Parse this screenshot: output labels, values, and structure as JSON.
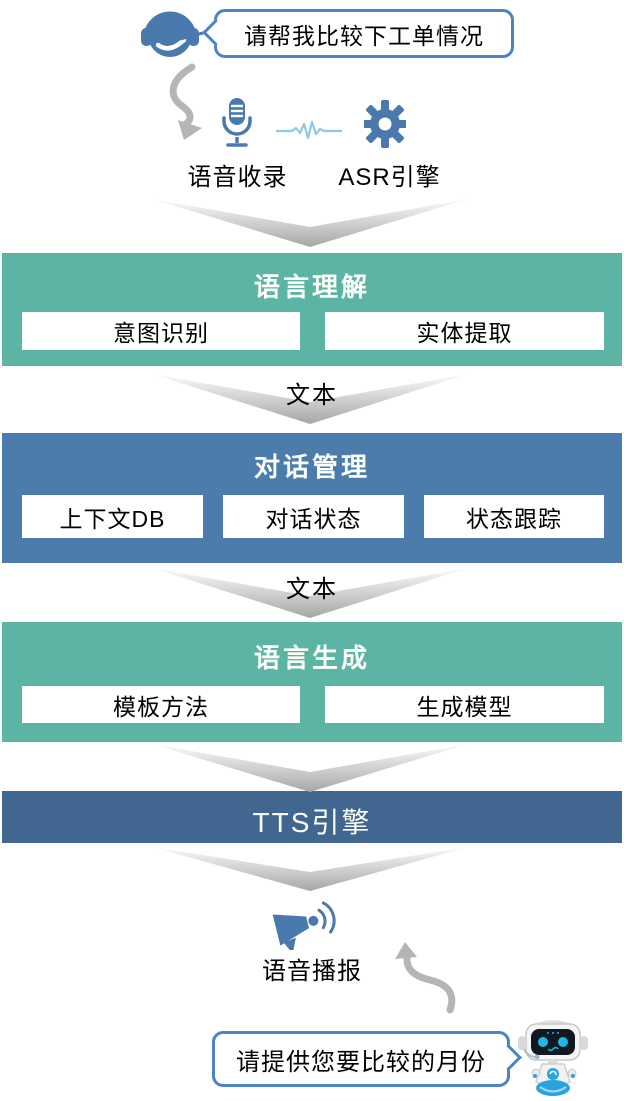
{
  "colors": {
    "teal": "#5cb5a4",
    "block_blue": "#4c7cab",
    "navy": "#41668f",
    "icon_blue": "#4a7aad",
    "bubble_border": "#4d82c4",
    "waveform_blue": "#8ec7e8",
    "arrow_gray": "#b5b5b5"
  },
  "header": {
    "user_bubble_text": "请帮我比较下工单情况",
    "voice_capture_label": "语音收录",
    "asr_engine_label": "ASR引擎"
  },
  "flow": {
    "arrow_label_1": "文本",
    "arrow_label_2": "文本",
    "nlu": {
      "title": "语言理解",
      "items": [
        "意图识别",
        "实体提取"
      ]
    },
    "dm": {
      "title": "对话管理",
      "items": [
        "上下文DB",
        "对话状态",
        "状态跟踪"
      ]
    },
    "nlg": {
      "title": "语言生成",
      "items": [
        "模板方法",
        "生成模型"
      ]
    },
    "tts": {
      "title": "TTS引擎"
    }
  },
  "footer": {
    "broadcast_label": "语音播报",
    "bot_bubble_text": "请提供您要比较的月份"
  },
  "icons": {
    "customer_service_headset_icon": "person with headset",
    "microphone_icon": "voice recording microphone",
    "waveform_icon": "audio waveform",
    "gear_icon": "ASR engine gear",
    "chevron_down_icon": "flow step arrow",
    "curved_arrow_down_icon": "hand-drawn arrow down",
    "curved_arrow_up_icon": "hand-drawn arrow up",
    "megaphone_icon": "voice broadcast megaphone",
    "robot_icon": "assistant robot"
  }
}
